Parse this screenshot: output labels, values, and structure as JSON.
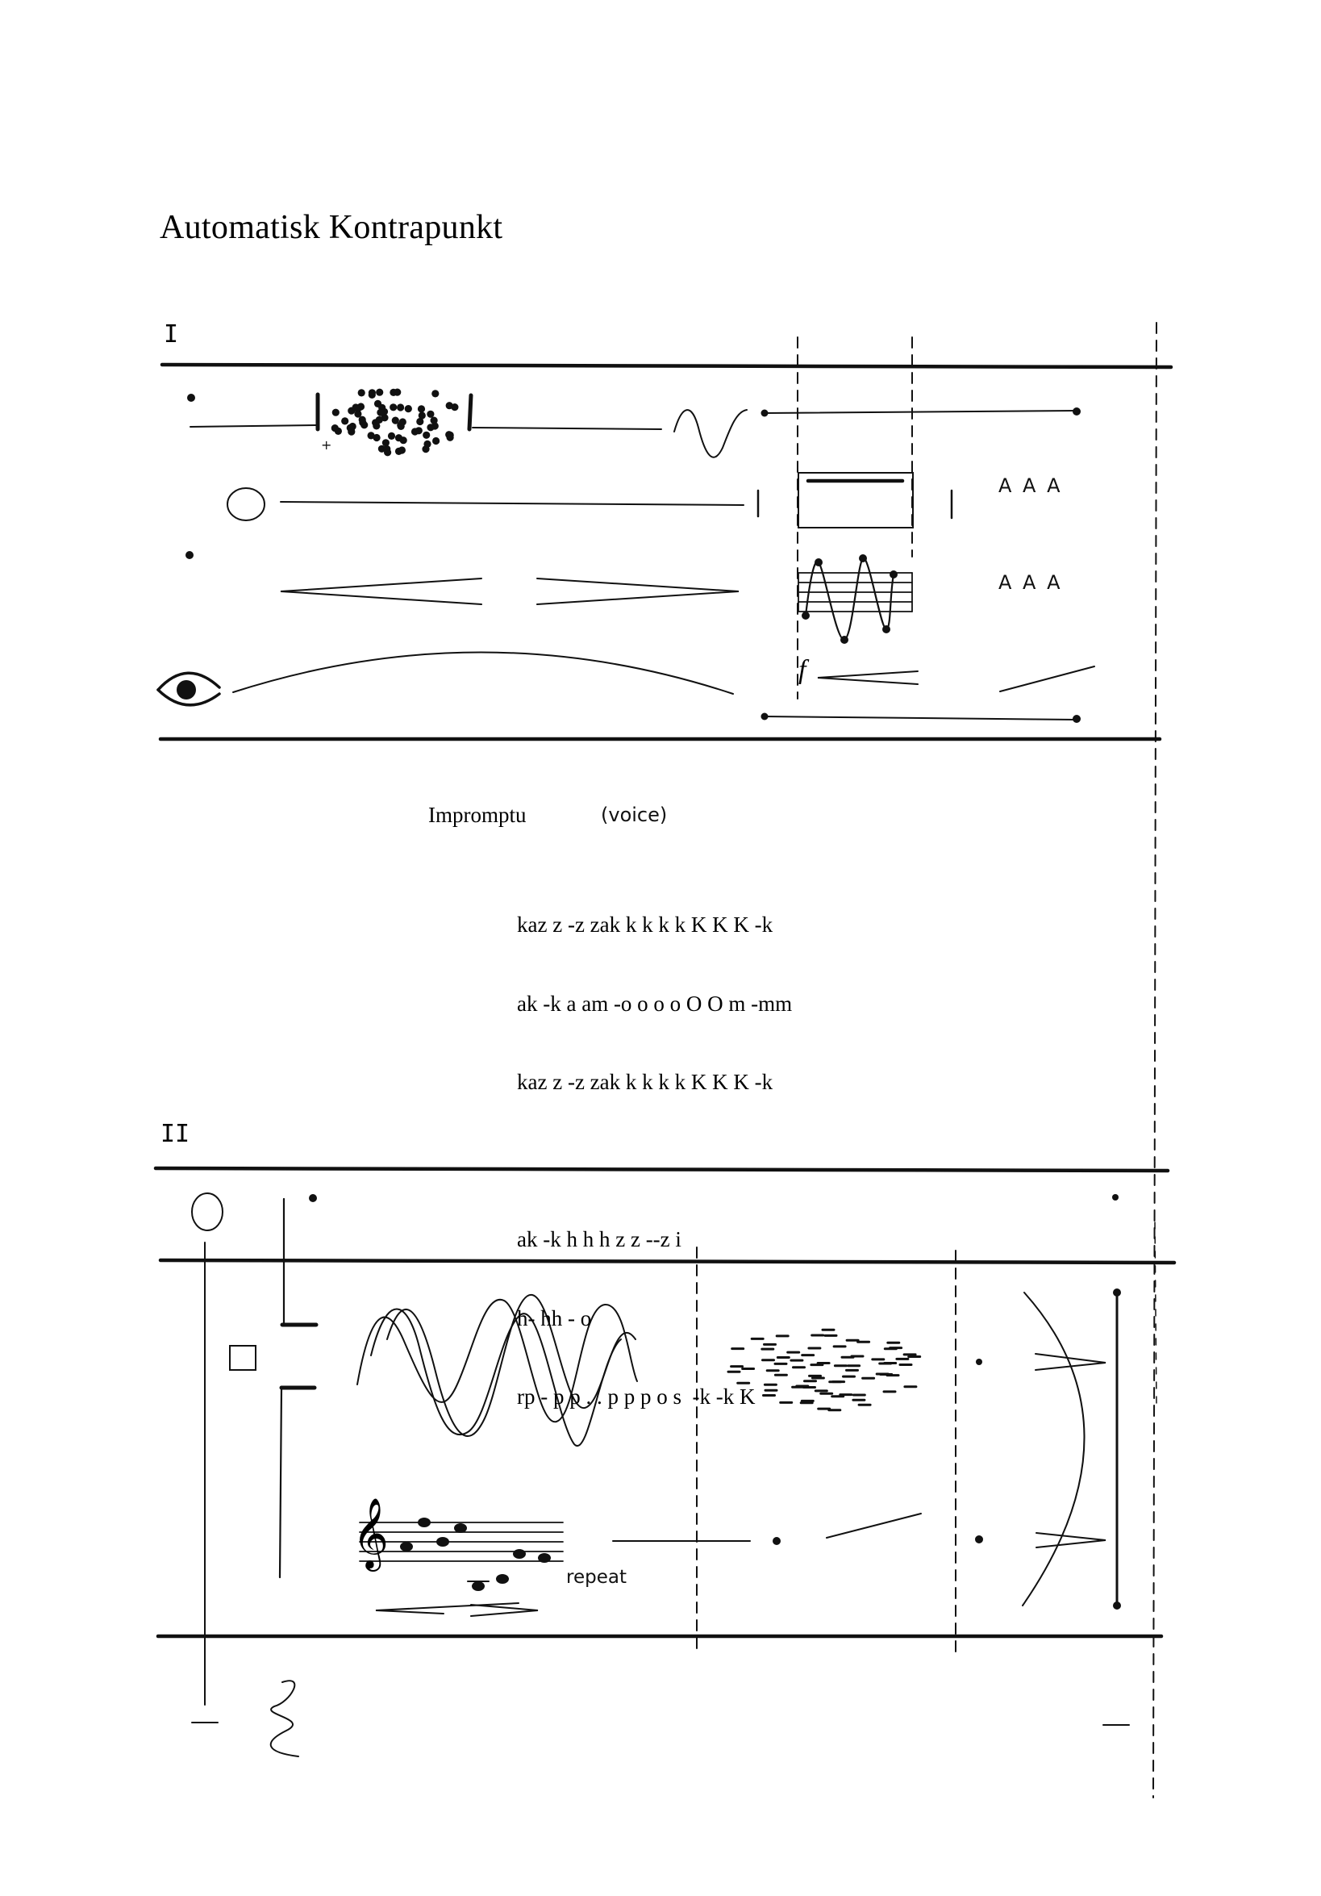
{
  "page": {
    "title": "Automatisk Kontrapunkt"
  },
  "section_one": {
    "numeral": "I",
    "text_marks": [
      "A A A",
      "A A A"
    ],
    "dynamic": "f"
  },
  "impromptu": {
    "title": "Impromptu",
    "instrument": "(voice)",
    "lines": [
      "kaz z -z zak k k k k K K K -k",
      "ak -k a am -o o o o O O m -mm",
      "kaz z -z zak k k k k K K K -k",
      "",
      "ak -k h h h z z --z i",
      "h- hh - o",
      "rp - p p . . p p p o s  -k -k K"
    ]
  },
  "section_two": {
    "numeral": "II",
    "repeat_label": "repeat",
    "clef": "𝄞"
  },
  "colors": {
    "ink": "#111111",
    "paper": "#ffffff"
  },
  "icons": {
    "eye": "eye-icon",
    "clef": "treble-clef-icon"
  }
}
